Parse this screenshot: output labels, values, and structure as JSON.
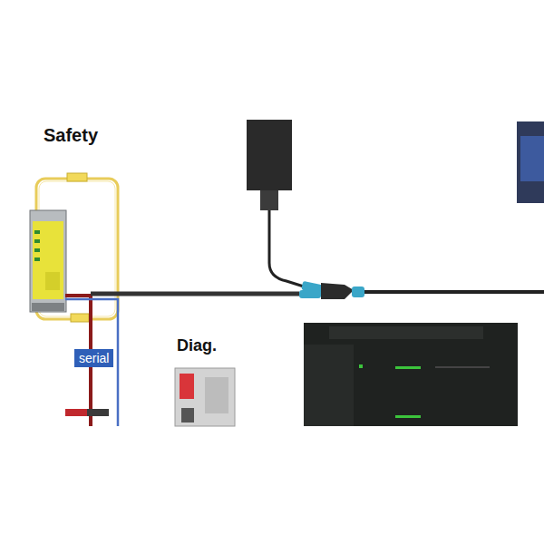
{
  "diagram": {
    "nodes": [
      {
        "text": [
          "Safety"
        ]
      },
      {
        "text": [
          "serial"
        ]
      },
      {
        "text": [
          "Diag."
        ]
      }
    ]
  }
}
